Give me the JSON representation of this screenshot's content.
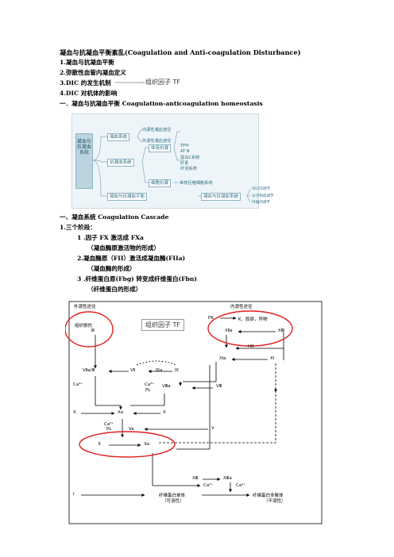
{
  "title": "凝血与抗凝血平衡紊乱(Coagulation and Anti-coagulation Disturbance)",
  "outline": [
    "1.凝血与抗凝血平衡",
    "2.弥散性血管内凝血定义",
    "3.DIC 的发生机制",
    "4.DIC 对机体的影响"
  ],
  "callout_label": "组织因子 TF",
  "section1": "一．凝血与抗凝血平衡 Coagulation-anticoagulation homeostasis",
  "mindmap": {
    "root": "凝血与抗凝血系统",
    "coag": "凝血系统",
    "coag_sub": [
      "内源性凝血途径",
      "外源性凝血途径"
    ],
    "anti": "抗凝血系统",
    "body_anti": "体液抗凝",
    "body_items": [
      "TFPI",
      "AT Ⅲ",
      "蛋白C系统",
      "肝素",
      "纤溶系统"
    ],
    "cell_anti": "细胞抗凝",
    "cell_items": [
      "单核巨噬细胞系统"
    ],
    "balance": "凝血与抗凝血平衡",
    "balance2": "凝血与抗凝血系统",
    "vec_items": [
      "VEC的调节",
      "分子构成调节",
      "纤维的调节"
    ]
  },
  "section2": "一、凝血系统 Coagulation Cascade",
  "stages_title": "1.三个阶段：",
  "stages": [
    {
      "main": "1 .因子 FX 激活成 FXa",
      "sub": "（凝血酶原激活物的形成）"
    },
    {
      "main": "2.凝血酶原（FII）激活成凝血酶(FIIa)",
      "sub": "（凝血酶的形成）"
    },
    {
      "main": "3 .纤维蛋白原(Fbg) 转变成纤维蛋白(Fbn)",
      "sub": "（纤维蛋白的形成）"
    }
  ],
  "diagram": {
    "extrinsic": "外源性途径",
    "intrinsic": "内源性途径",
    "tissue_damage": "组织损伤",
    "tissue_iii": "Ⅲ",
    "pk": "PK",
    "k_etc": "K、胶原，异物",
    "xiia": "Ⅻa",
    "xii": "Ⅻ",
    "hk": "HK",
    "xia": "Ⅺa",
    "xi": "Ⅺ",
    "viia_iii": "Ⅶa/Ⅲ",
    "vii": "Ⅶ",
    "ixa": "Ⅸa",
    "ix": "Ⅸ",
    "viiia": "Ⅷa",
    "viii": "Ⅷ",
    "ca1": "Ca²⁺",
    "ca2": "Ca²⁺",
    "pl1": "PL",
    "x_left": "Ⅹ",
    "xa": "Ⅹa",
    "x_right": "Ⅹ",
    "ca3": "Ca²⁺",
    "pl2": "PL",
    "va": "Va",
    "v": "Ⅴ",
    "ii": "Ⅱ",
    "iia": "Ⅱa",
    "xiii": "ⅩⅢ",
    "xiiia": "ⅩⅢa",
    "ca4": "Ca²⁺",
    "ca5": "Ca²⁺",
    "i": "Ⅰ",
    "fibrin_mono": "纤维蛋白单体",
    "soluble": "（可溶性）",
    "fibrin_poly": "纤维蛋白多聚体",
    "insoluble": "（不溶性）"
  },
  "colors": {
    "ring": "#e02020",
    "mindmap_bg": "#eef5f8",
    "mindmap_text": "#2d6f86"
  }
}
